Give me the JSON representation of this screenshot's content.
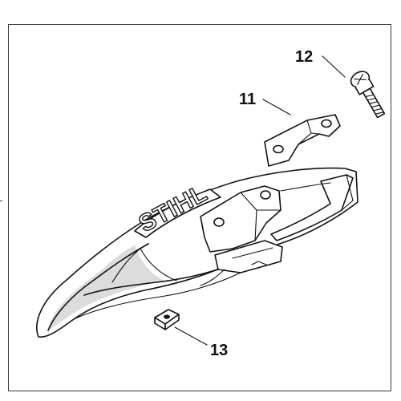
{
  "diagram": {
    "callouts": [
      {
        "number": "11",
        "part": "clamp-bracket"
      },
      {
        "number": "12",
        "part": "screw"
      },
      {
        "number": "13",
        "part": "square-nut"
      }
    ],
    "brand_text": "STIHL",
    "colors": {
      "line": "#111111",
      "shade": "#dcdcdc",
      "background": "#ffffff"
    }
  }
}
